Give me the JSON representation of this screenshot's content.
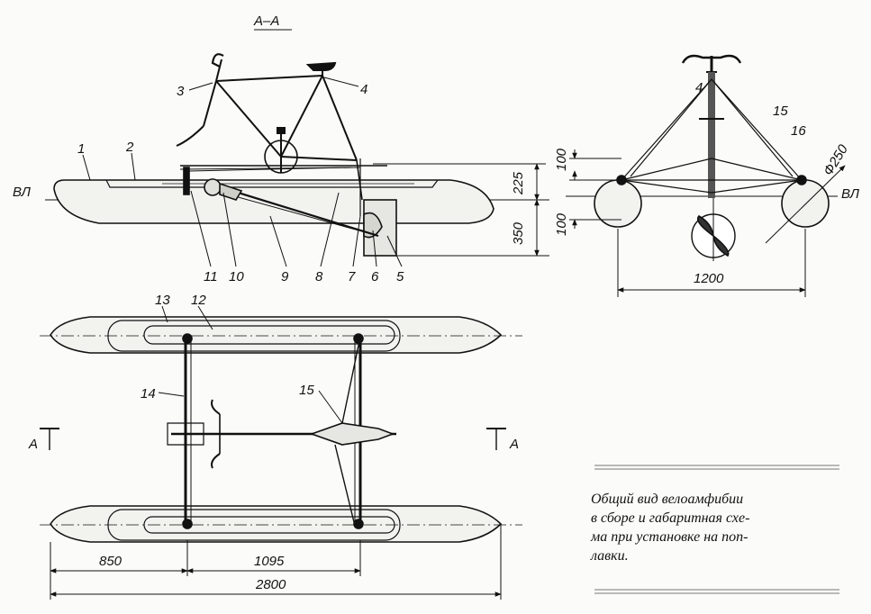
{
  "section_label": "А–А",
  "waterline_label": "ВЛ",
  "section_marker": "А",
  "part_numbers": [
    "1",
    "2",
    "3",
    "4",
    "5",
    "6",
    "7",
    "8",
    "9",
    "10",
    "11",
    "12",
    "13",
    "14",
    "15",
    "16"
  ],
  "side_dimensions": {
    "above_water": "225",
    "below_water": "350"
  },
  "front_dimensions": {
    "upper": "100",
    "lower": "100",
    "float_diameter": "Ф250",
    "track_width": "1200"
  },
  "plan_dimensions": {
    "front_offset": "850",
    "frame_span": "1095",
    "overall_length": "2800"
  },
  "caption_lines": [
    "Общий вид велоамфибии",
    "в сборе и габаритная схе-",
    "ма при установке на поп-",
    "лавки."
  ]
}
